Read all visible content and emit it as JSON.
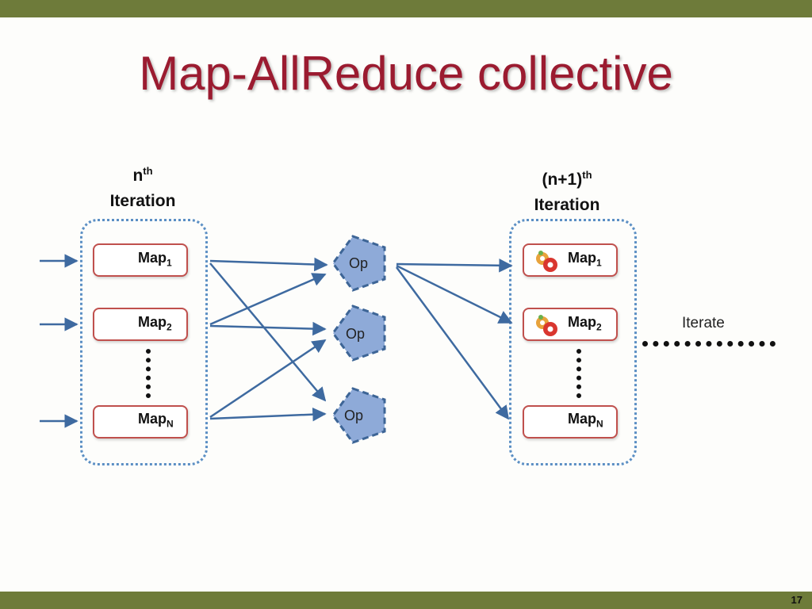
{
  "title": "Map-AllReduce collective",
  "left_heading": {
    "base": "n",
    "sup": "th",
    "line2": "Iteration"
  },
  "right_heading": {
    "base": "(n+1)",
    "sup": "th",
    "line2": "Iteration"
  },
  "maps": {
    "m1": {
      "base": "Map",
      "sub": "1"
    },
    "m2": {
      "base": "Map",
      "sub": "2"
    },
    "mN": {
      "base": "Map",
      "sub": "N"
    }
  },
  "op_label": "Op",
  "iterate_label": "Iterate",
  "page_number": "17",
  "colors": {
    "title": "#9b1b30",
    "bar": "#6e7b3a",
    "arrow": "#3e6aa0",
    "op_fill": "#8eaad8",
    "map_border": "#c0504d",
    "group_border": "#5b8fc4"
  }
}
